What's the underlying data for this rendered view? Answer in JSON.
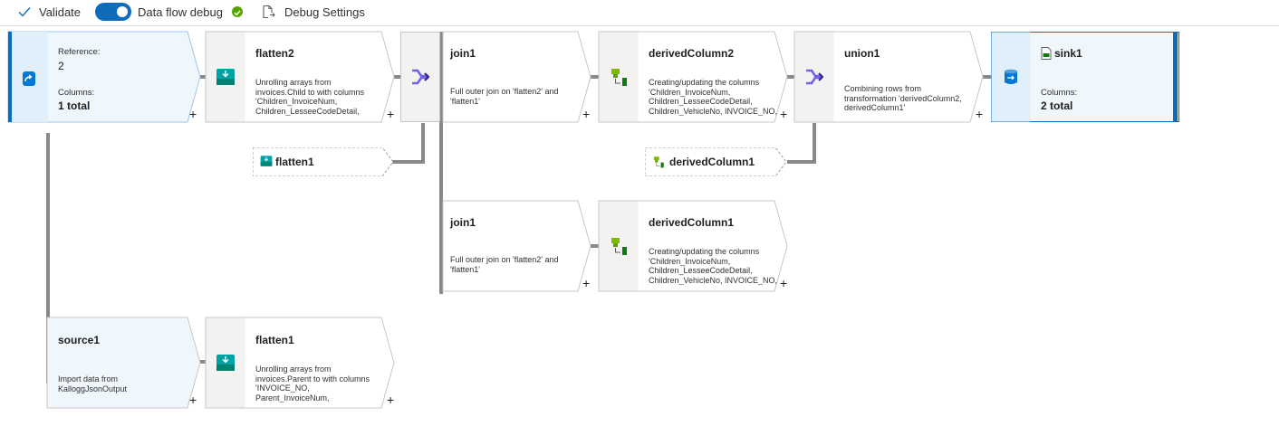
{
  "toolbar": {
    "validate_label": "Validate",
    "debug_label": "Data flow debug",
    "debug_on": true,
    "debug_settings_label": "Debug Settings"
  },
  "colors": {
    "accent": "#0f6cbd",
    "ok": "#57a300",
    "source_fill": "#eff6fc",
    "node_border": "#c8c6c4"
  },
  "nodes": {
    "reference": {
      "ref_label": "Reference:",
      "ref_value": "2",
      "columns_label": "Columns:",
      "columns_value": "1 total"
    },
    "flatten2": {
      "title": "flatten2",
      "desc": "Unrolling arrays from invoices.Child to  with columns 'Children_InvoiceNum, Children_LesseeCodeDetail, Children_VehicleNo,"
    },
    "flatten1_ref": {
      "title": "flatten1"
    },
    "join1_top": {
      "title": "join1",
      "desc": "Full outer join on 'flatten2' and 'flatten1'"
    },
    "derivedColumn2": {
      "title": "derivedColumn2",
      "desc": "Creating/updating the columns 'Children_InvoiceNum, Children_LesseeCodeDetail, Children_VehicleNo, INVOICE_NO,"
    },
    "union1": {
      "title": "union1",
      "desc": "Combining rows from transformation 'derivedColumn2, derivedColumn1'"
    },
    "derivedColumn1_ref": {
      "title": "derivedColumn1"
    },
    "sink1": {
      "title": "sink1",
      "columns_label": "Columns:",
      "columns_value": "2 total"
    },
    "join1_bottom": {
      "title": "join1",
      "desc": "Full outer join on 'flatten2' and 'flatten1'"
    },
    "derivedColumn1": {
      "title": "derivedColumn1",
      "desc": "Creating/updating the columns 'Children_InvoiceNum, Children_LesseeCodeDetail, Children_VehicleNo, INVOICE_NO,"
    },
    "source1": {
      "title": "source1",
      "desc": "Import data from KalloggJsonOutput"
    },
    "flatten1": {
      "title": "flatten1",
      "desc": "Unrolling arrays from invoices.Parent to  with columns 'INVOICE_NO, Parent_InvoiceNum, Parent_LesseeCodeDetail,"
    }
  },
  "add_symbol": "+"
}
